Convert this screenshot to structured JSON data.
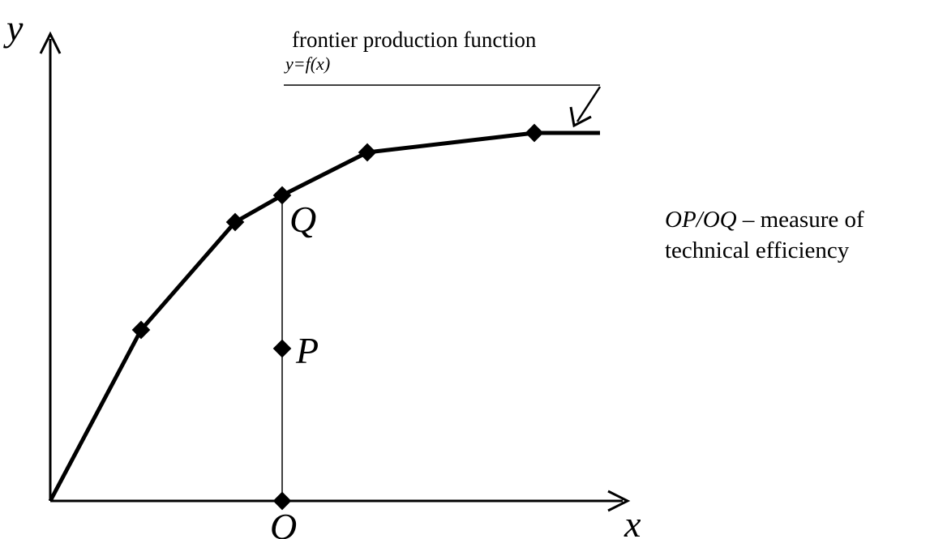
{
  "axes": {
    "x_label": "x",
    "y_label": "y"
  },
  "frontier": {
    "title": "frontier production function",
    "equation": "y=f(x)"
  },
  "points": {
    "Q_label": "Q",
    "P_label": "P",
    "O_label": "O"
  },
  "note": {
    "ratio": "OP/OQ",
    "rest": " – measure of",
    "line2": "technical efficiency"
  },
  "colors": {
    "ink": "#000000",
    "background": "#ffffff"
  }
}
